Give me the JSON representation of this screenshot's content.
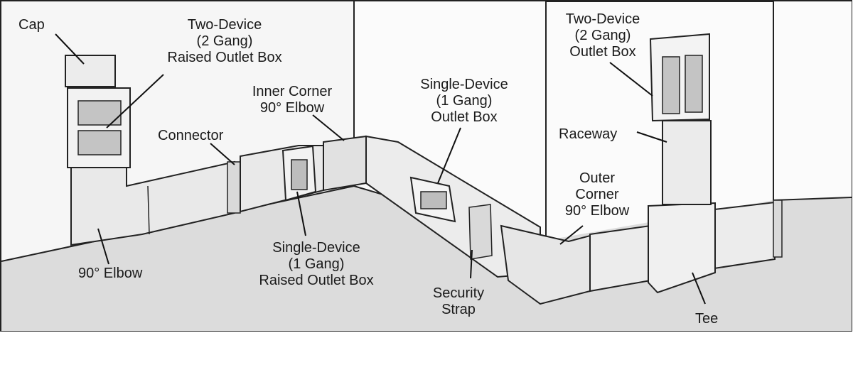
{
  "labels": {
    "cap": "Cap",
    "two_device_raised": [
      "Two-Device",
      "(2 Gang)",
      "Raised Outlet Box"
    ],
    "connector": "Connector",
    "inner_corner": [
      "Inner Corner",
      "90° Elbow"
    ],
    "single_device_box": [
      "Single-Device",
      "(1 Gang)",
      "Outlet Box"
    ],
    "two_device_box": [
      "Two-Device",
      "(2 Gang)",
      "Outlet Box"
    ],
    "raceway": "Raceway",
    "outer_corner": [
      "Outer",
      "Corner",
      "90° Elbow"
    ],
    "elbow_90": "90° Elbow",
    "single_device_raised": [
      "Single-Device",
      "(1 Gang)",
      "Raised Outlet Box"
    ],
    "security_strap": [
      "Security",
      "Strap"
    ],
    "tee": "Tee"
  }
}
